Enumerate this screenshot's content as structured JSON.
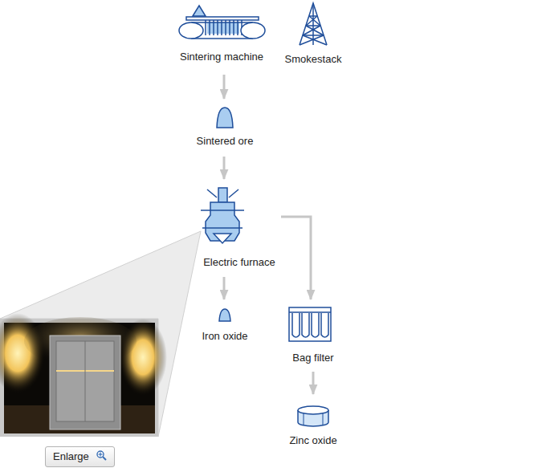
{
  "diagram": {
    "nodes": [
      {
        "text": [
          "Sintering machine"
        ]
      },
      {
        "text": [
          "Smokestack"
        ]
      },
      {
        "text": [
          "Sintered ore"
        ]
      },
      {
        "text": [
          "Electric furnace"
        ]
      },
      {
        "text": [
          "Iron oxide"
        ]
      },
      {
        "text": [
          "Bag filter"
        ]
      },
      {
        "text": [
          "Zinc oxide"
        ]
      },
      {
        "text": [
          "Enlarge"
        ]
      }
    ],
    "edges": [
      {
        "from": 0,
        "to": 2,
        "arrow": "to"
      },
      {
        "from": 2,
        "to": 3,
        "arrow": "to"
      },
      {
        "from": 3,
        "to": 4,
        "arrow": "to"
      },
      {
        "from": 3,
        "to": 5,
        "arrow": "to"
      },
      {
        "from": 5,
        "to": 6,
        "arrow": "to"
      }
    ]
  }
}
